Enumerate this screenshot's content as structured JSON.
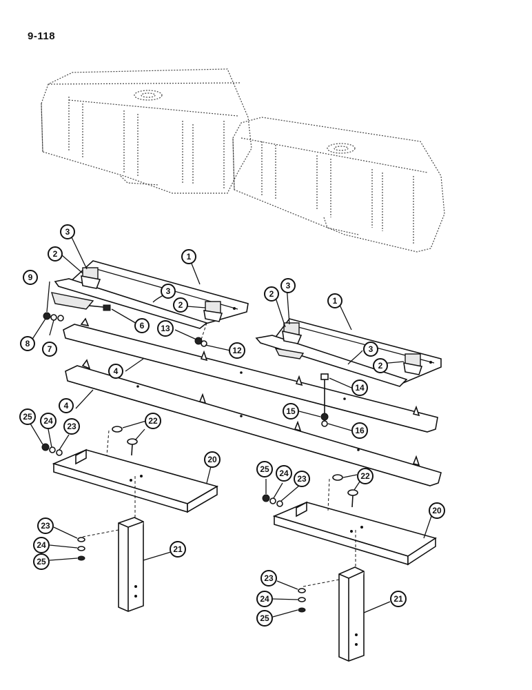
{
  "page": {
    "number": "9-118"
  },
  "callouts": {
    "c1a": "1",
    "c1b": "1",
    "c2a": "2",
    "c2b": "2",
    "c2c": "2",
    "c2d": "2",
    "c3a": "3",
    "c3b": "3",
    "c3c": "3",
    "c3d": "3",
    "c4a": "4",
    "c4b": "4",
    "c6": "6",
    "c7": "7",
    "c8": "8",
    "c9": "9",
    "c12": "12",
    "c13": "13",
    "c14": "14",
    "c15": "15",
    "c16": "16",
    "c20a": "20",
    "c20b": "20",
    "c21a": "21",
    "c21b": "21",
    "c22a": "22",
    "c22b": "22",
    "c23a": "23",
    "c23b": "23",
    "c23c": "23",
    "c23d": "23",
    "c24a": "24",
    "c24b": "24",
    "c24c": "24",
    "c24d": "24",
    "c25a": "25",
    "c25b": "25",
    "c25c": "25",
    "c25d": "25"
  }
}
